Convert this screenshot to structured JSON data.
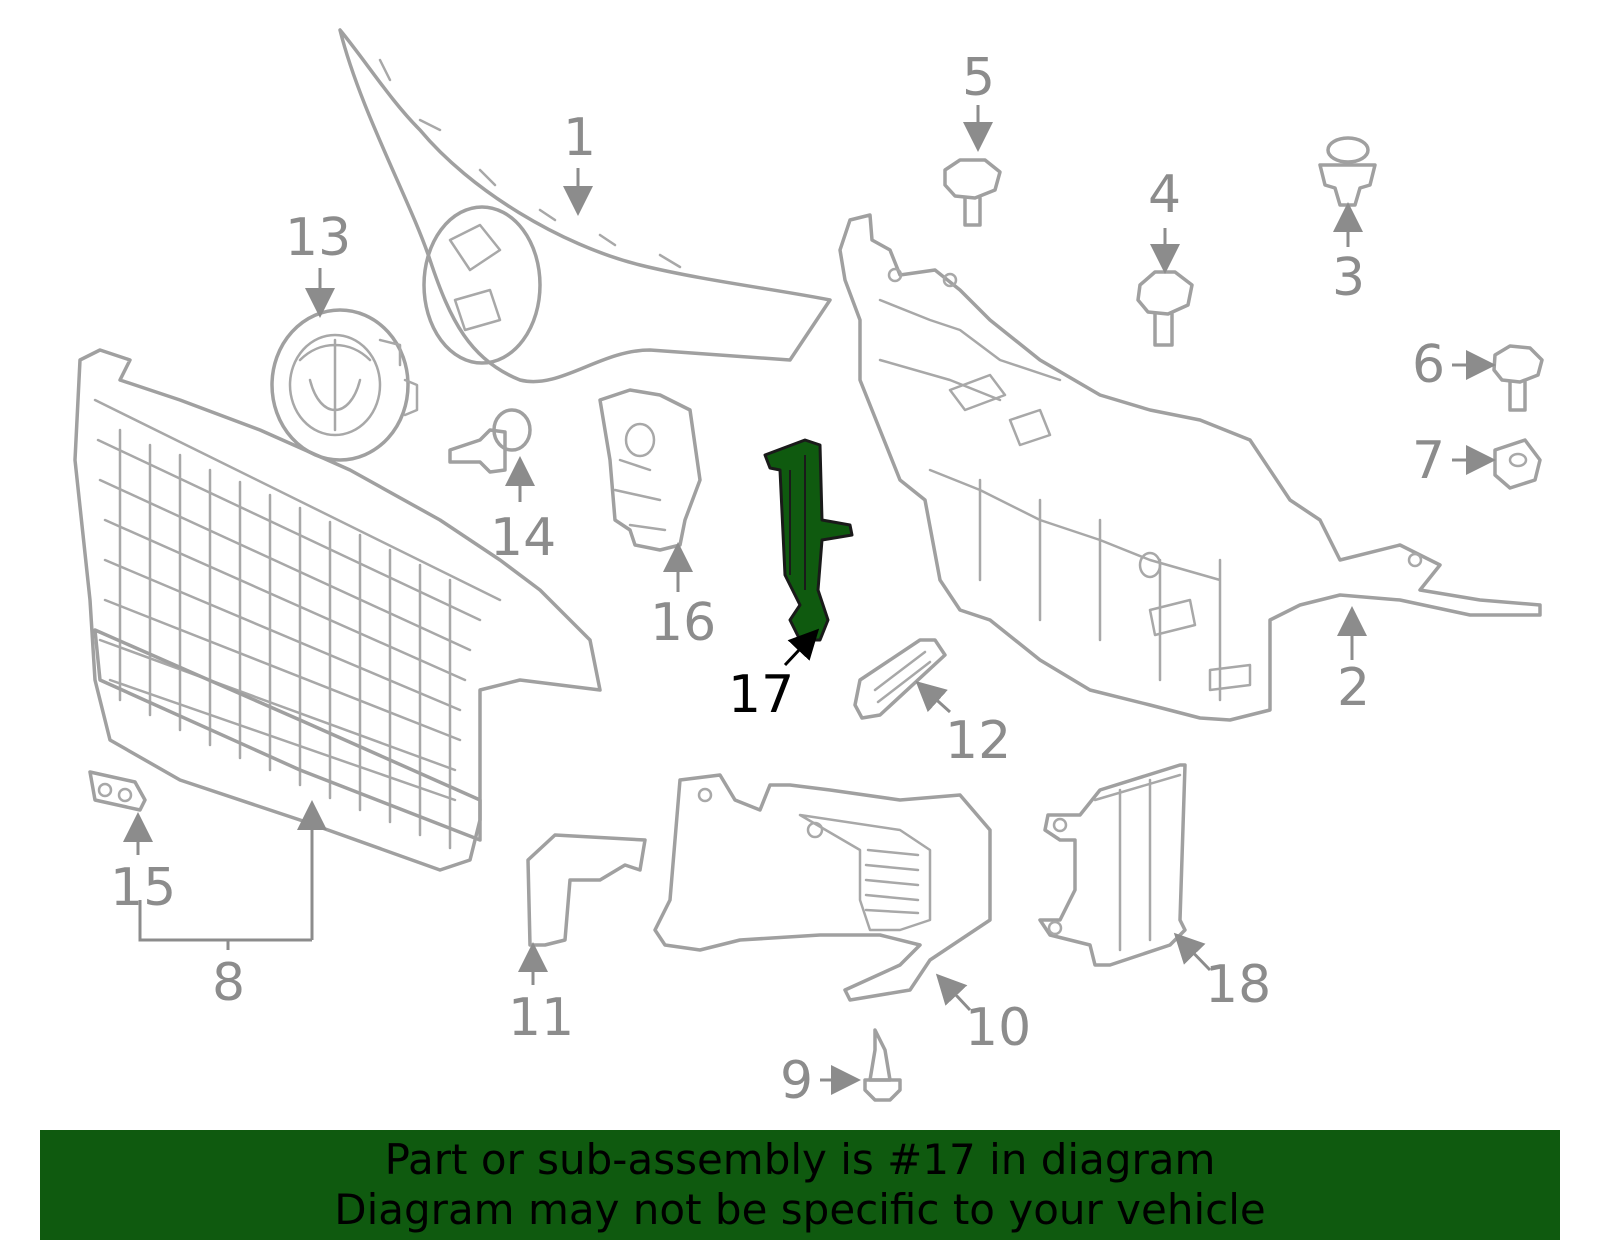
{
  "diagram": {
    "highlighted_part": "17",
    "highlight_color": "#0f5a0f",
    "callouts": [
      "1",
      "2",
      "3",
      "4",
      "5",
      "6",
      "7",
      "8",
      "9",
      "10",
      "11",
      "12",
      "13",
      "14",
      "15",
      "16",
      "17",
      "18"
    ]
  },
  "footer": {
    "line1": "Part or sub-assembly is #17 in diagram",
    "line2": "Diagram may not be specific to your vehicle",
    "background": "#0f5a0f"
  }
}
